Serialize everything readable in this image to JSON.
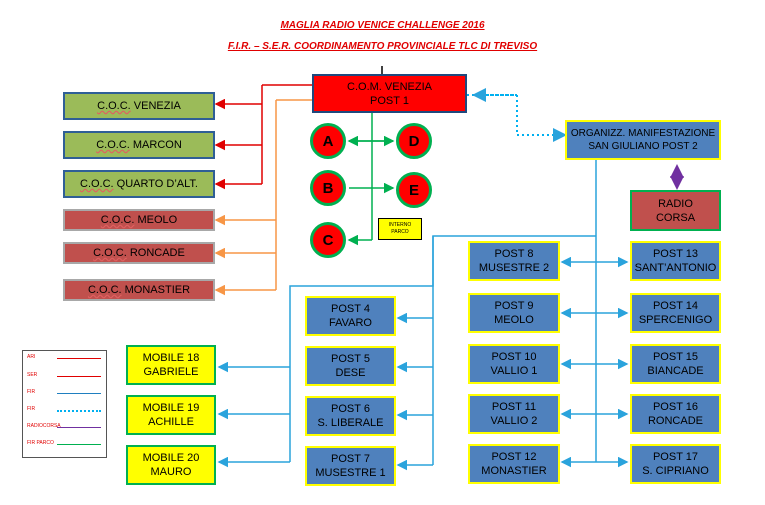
{
  "title": "MAGLIA RADIO VENICE CHALLENGE 2016",
  "subtitle": "F.I.R. – S.E.R. COORDINAMENTO PROVINCIALE TLC DI TREVISO",
  "com": {
    "line1": "C.O.M. VENEZIA",
    "line2": "POST 1"
  },
  "organizz": {
    "line1": "ORGANIZZ. MANIFESTAZIONE",
    "line2": "SAN GIULIANO POST 2"
  },
  "radio_corsa": {
    "line1": "RADIO",
    "line2": "CORSA"
  },
  "interno_parco": {
    "line1": "INTERNO",
    "line2": "PARCO"
  },
  "circles": [
    "A",
    "B",
    "C",
    "D",
    "E"
  ],
  "coc": [
    {
      "abbr": "C.O.C.",
      "name": " VENEZIA"
    },
    {
      "abbr": "C.O.C.",
      "name": " MARCON"
    },
    {
      "abbr": "C.O.C.",
      "name": " QUARTO D’ALT."
    },
    {
      "abbr": "C.O.C.",
      "name": " MEOLO"
    },
    {
      "abbr": "C.O.C.",
      "name": " RONCADE"
    },
    {
      "abbr": "C.O.C.",
      "name": " MONASTIER"
    }
  ],
  "mobiles": [
    {
      "line1": "MOBILE 18",
      "line2": "GABRIELE"
    },
    {
      "line1": "MOBILE 19",
      "line2": "ACHILLE"
    },
    {
      "line1": "MOBILE 20",
      "line2": "MAURO"
    }
  ],
  "posts_left": [
    {
      "line1": "POST 4",
      "line2": "FAVARO"
    },
    {
      "line1": "POST 5",
      "line2": "DESE"
    },
    {
      "line1": "POST 6",
      "line2": "S. LIBERALE"
    },
    {
      "line1": "POST 7",
      "line2": "MUSESTRE 1"
    }
  ],
  "posts_mid": [
    {
      "line1": "POST 8",
      "line2": "MUSESTRE 2"
    },
    {
      "line1": "POST 9",
      "line2": "MEOLO"
    },
    {
      "line1": "POST 10",
      "line2": "VALLIO 1"
    },
    {
      "line1": "POST 11",
      "line2": "VALLIO 2"
    },
    {
      "line1": "POST 12",
      "line2": "MONASTIER"
    }
  ],
  "posts_right": [
    {
      "line1": "POST 13",
      "line2": "SANT’ANTONIO"
    },
    {
      "line1": "POST 14",
      "line2": "SPERCENIGO"
    },
    {
      "line1": "POST 15",
      "line2": "BIANCADE"
    },
    {
      "line1": "POST 16",
      "line2": "RONCADE"
    },
    {
      "line1": "POST 17",
      "line2": "S. CIPRIANO"
    }
  ],
  "legend": [
    {
      "label": "ARI",
      "color": "#e00000",
      "style": "solid"
    },
    {
      "label": "SER",
      "color": "#f79646",
      "style": "solid"
    },
    {
      "label": "FIR",
      "color": "#1f7fc0",
      "style": "solid"
    },
    {
      "label": "FIR",
      "color": "#00b0f0",
      "style": "dotted"
    },
    {
      "label": "RADIOCORSA",
      "color": "#7030a0",
      "style": "solid"
    },
    {
      "label": "FIR PARCO",
      "color": "#00b050",
      "style": "solid"
    }
  ],
  "colors": {
    "ari": "#e00000",
    "ser": "#f79646",
    "fir": "#2aa3dc",
    "fir_dotted": "#00b0f0",
    "radiocorsa": "#7030a0",
    "parco": "#00b050"
  }
}
